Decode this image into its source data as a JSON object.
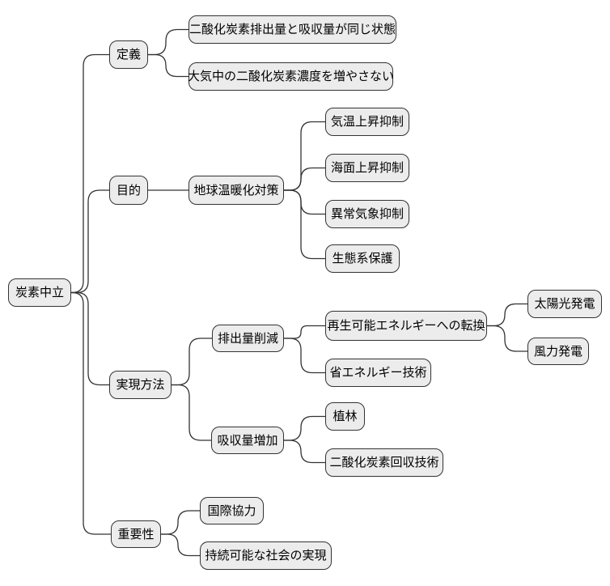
{
  "diagram": {
    "type": "mindmap",
    "root_id": "carbon-neutral",
    "colors": {
      "background": "#ffffff",
      "node_fill": "#ececec",
      "node_border": "#333333",
      "edge": "#333333",
      "text": "#000000"
    },
    "nodes": [
      {
        "id": "carbon-neutral",
        "label": "炭素中立",
        "parent": null
      },
      {
        "id": "definition",
        "label": "定義",
        "parent": "carbon-neutral"
      },
      {
        "id": "def-same-state",
        "label": "二酸化炭素排出量と吸収量が同じ状態",
        "parent": "definition"
      },
      {
        "id": "def-no-increase",
        "label": "大気中の二酸化炭素濃度を増やさない",
        "parent": "definition"
      },
      {
        "id": "purpose",
        "label": "目的",
        "parent": "carbon-neutral"
      },
      {
        "id": "global-warming-measures",
        "label": "地球温暖化対策",
        "parent": "purpose"
      },
      {
        "id": "temp-rise-control",
        "label": "気温上昇抑制",
        "parent": "global-warming-measures"
      },
      {
        "id": "sea-level-control",
        "label": "海面上昇抑制",
        "parent": "global-warming-measures"
      },
      {
        "id": "extreme-weather-control",
        "label": "異常気象抑制",
        "parent": "global-warming-measures"
      },
      {
        "id": "ecosystem-protection",
        "label": "生態系保護",
        "parent": "global-warming-measures"
      },
      {
        "id": "methods",
        "label": "実現方法",
        "parent": "carbon-neutral"
      },
      {
        "id": "emission-reduction",
        "label": "排出量削減",
        "parent": "methods"
      },
      {
        "id": "renewable-energy-shift",
        "label": "再生可能エネルギーへの転換",
        "parent": "emission-reduction"
      },
      {
        "id": "solar-power",
        "label": "太陽光発電",
        "parent": "renewable-energy-shift"
      },
      {
        "id": "wind-power",
        "label": "風力発電",
        "parent": "renewable-energy-shift"
      },
      {
        "id": "energy-saving-tech",
        "label": "省エネルギー技術",
        "parent": "emission-reduction"
      },
      {
        "id": "absorption-increase",
        "label": "吸収量増加",
        "parent": "methods"
      },
      {
        "id": "afforestation",
        "label": "植林",
        "parent": "absorption-increase"
      },
      {
        "id": "co2-capture-tech",
        "label": "二酸化炭素回収技術",
        "parent": "absorption-increase"
      },
      {
        "id": "importance",
        "label": "重要性",
        "parent": "carbon-neutral"
      },
      {
        "id": "intl-cooperation",
        "label": "国際協力",
        "parent": "importance"
      },
      {
        "id": "sustainable-society",
        "label": "持続可能な社会の実現",
        "parent": "importance"
      }
    ]
  }
}
